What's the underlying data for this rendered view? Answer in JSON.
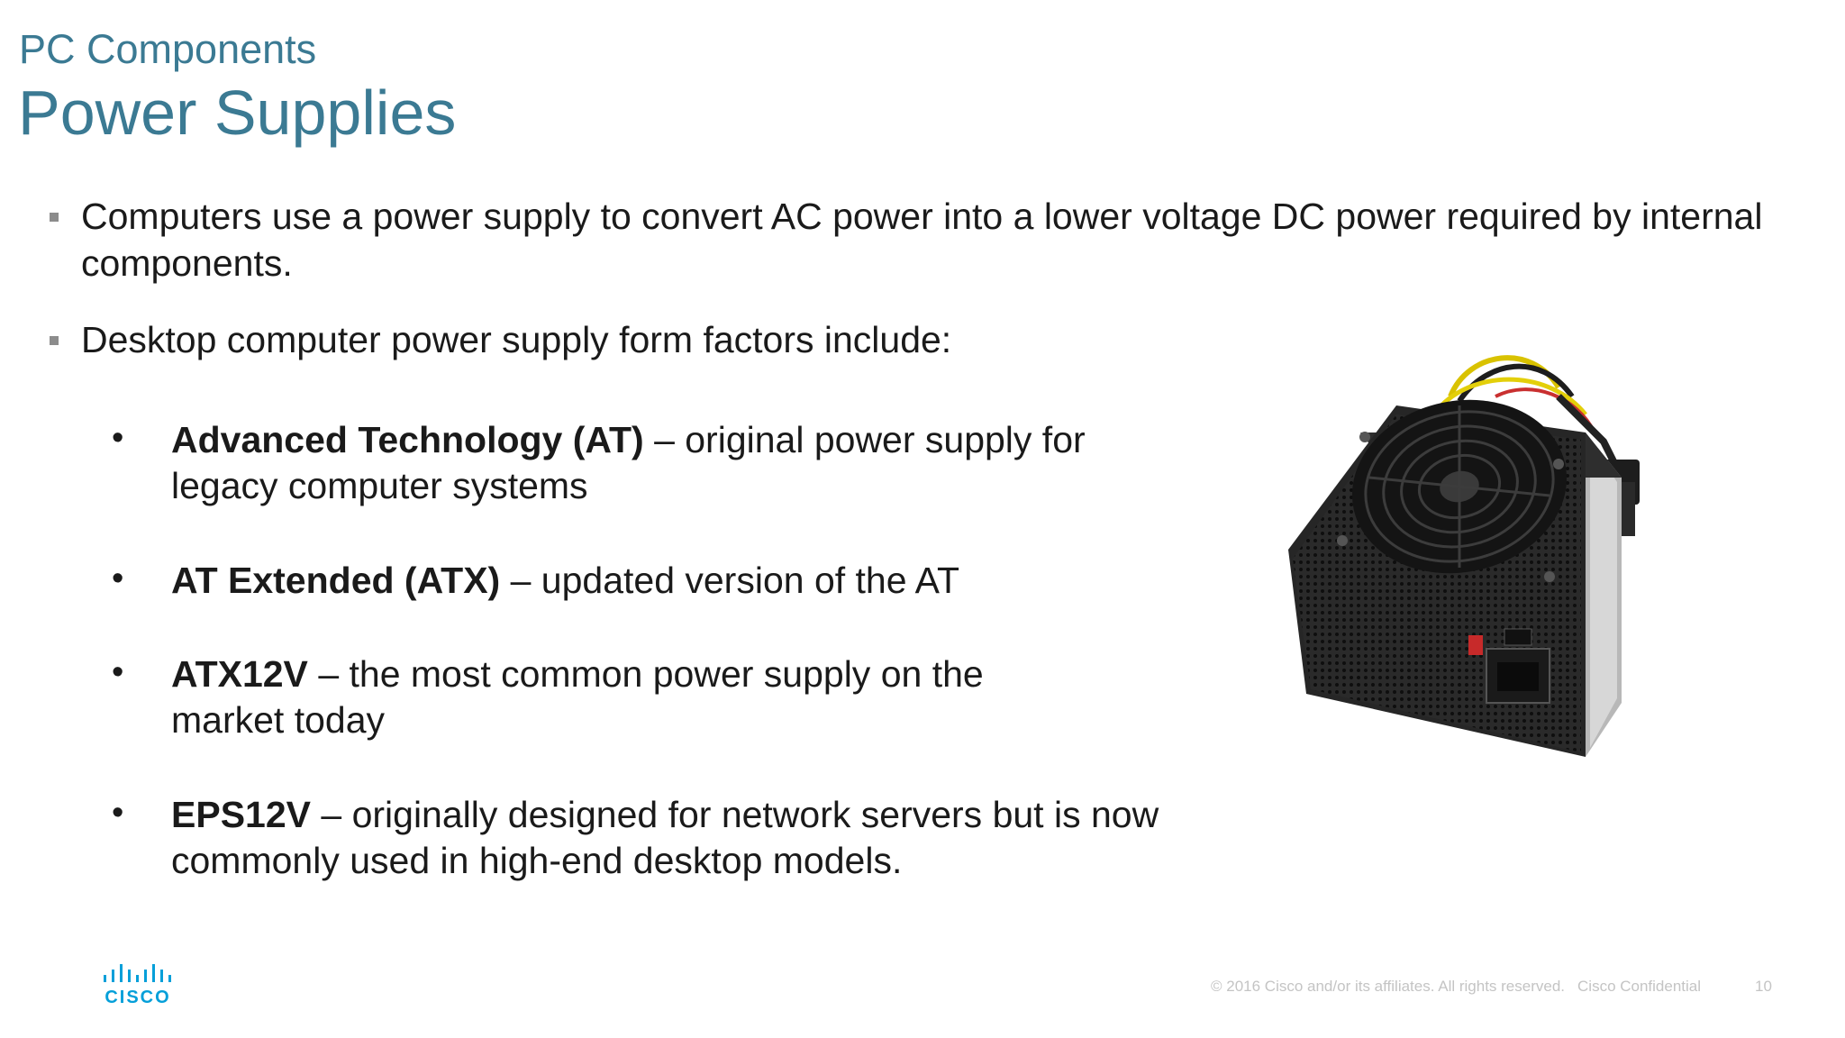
{
  "slide": {
    "kicker": "PC Components",
    "title": "Power Supplies"
  },
  "bullets": [
    {
      "text": "Computers use a power supply to convert AC power into a lower voltage DC power required by internal components."
    },
    {
      "text": "Desktop computer power supply form factors include:"
    }
  ],
  "sub_bullets": [
    {
      "term": "Advanced Technology (AT)",
      "desc": " – original power supply for legacy computer systems"
    },
    {
      "term": "AT Extended (ATX)",
      "desc": " – updated version of the AT"
    },
    {
      "term": "ATX12V",
      "desc": " – the most common power supply on the market today"
    },
    {
      "term": "EPS12V",
      "desc": " – originally designed for network servers but is now commonly used in high-end desktop models."
    }
  ],
  "bullet_markers": {
    "square": "▪",
    "dot": "•"
  },
  "image": {
    "icon": "power-supply-unit-icon"
  },
  "footer": {
    "copyright": "© 2016  Cisco and/or its affiliates. All rights reserved.",
    "confidential": "Cisco Confidential",
    "page_number": "10",
    "logo_text": "CISCO"
  },
  "colors": {
    "title": "#3b7a93",
    "body_text": "#1a1a1a",
    "footer_text": "#c4c4c4",
    "logo": "#049fd9"
  }
}
